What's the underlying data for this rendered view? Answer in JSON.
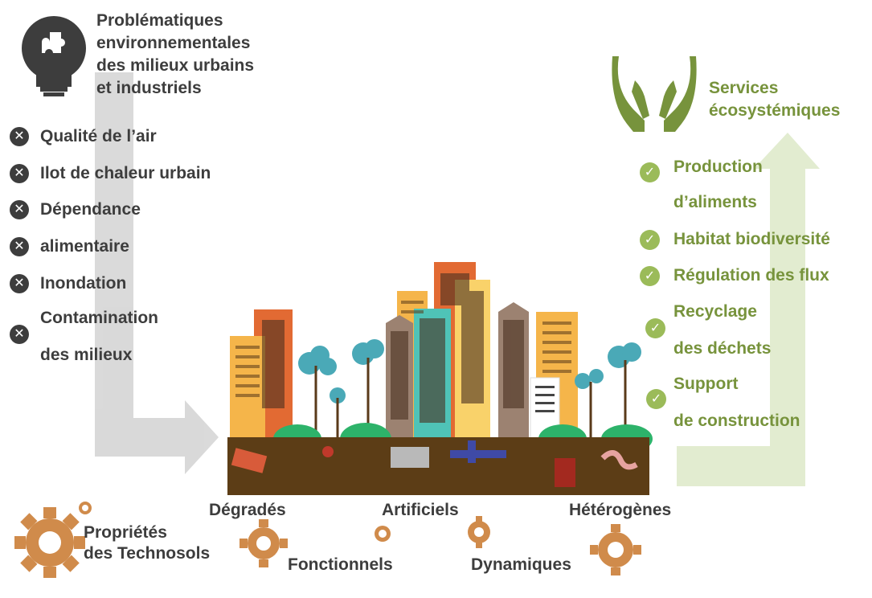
{
  "problems": {
    "title_lines": [
      "Problématiques",
      "environnementales",
      "des milieux urbains",
      "et industriels"
    ],
    "items": [
      {
        "label": "Qualité de l’air"
      },
      {
        "label": "Ilot de chaleur urbain"
      },
      {
        "label": "Dépendance"
      },
      {
        "label": "alimentaire"
      },
      {
        "label": "Inondation"
      },
      {
        "label": "Contamination",
        "label2": "des milieux"
      }
    ]
  },
  "services": {
    "title_lines": [
      "Services",
      "écosystémiques"
    ],
    "items": [
      {
        "label": "Production",
        "label2": "d’aliments"
      },
      {
        "label": "Habitat biodiversité"
      },
      {
        "label": "Régulation des flux"
      },
      {
        "label": "Recyclage",
        "label2": "des déchets"
      },
      {
        "label": "Support",
        "label2": "de construction"
      }
    ]
  },
  "technosols": {
    "title_lines": [
      "Propriétés",
      "des Technosols"
    ],
    "properties": [
      "Dégradés",
      "Artificiels",
      "Hétérogènes",
      "Fonctionnels",
      "Dynamiques"
    ]
  },
  "colors": {
    "dark_gray": "#3d3d3d",
    "green_text": "#77933c",
    "green_light": "#d7e4bd",
    "gear_orange": "#d08b4b",
    "soil_brown": "#5c3d16",
    "arrow_gray": "#cfcfcf"
  },
  "icons": [
    "lightbulb-puzzle-icon",
    "hands-icon",
    "x-circle-icon",
    "check-circle-icon",
    "gear-icon"
  ]
}
